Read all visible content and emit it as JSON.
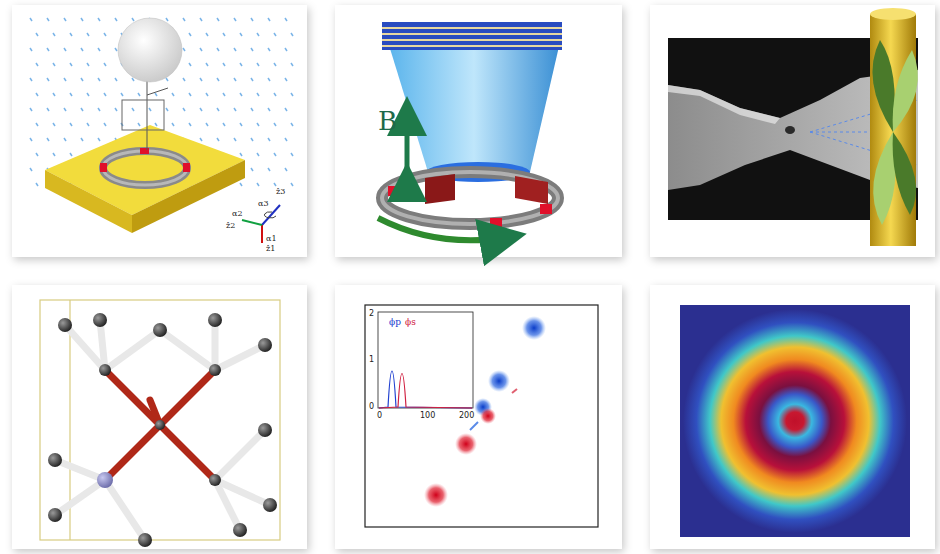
{
  "diagram": {
    "labels": [
      "ẑ3",
      "α3",
      "α2",
      "ẑ2",
      "α1",
      "ẑ1",
      "B",
      "2",
      "1",
      "0",
      "ϕp",
      "ϕs",
      "0",
      "100",
      "200"
    ]
  }
}
